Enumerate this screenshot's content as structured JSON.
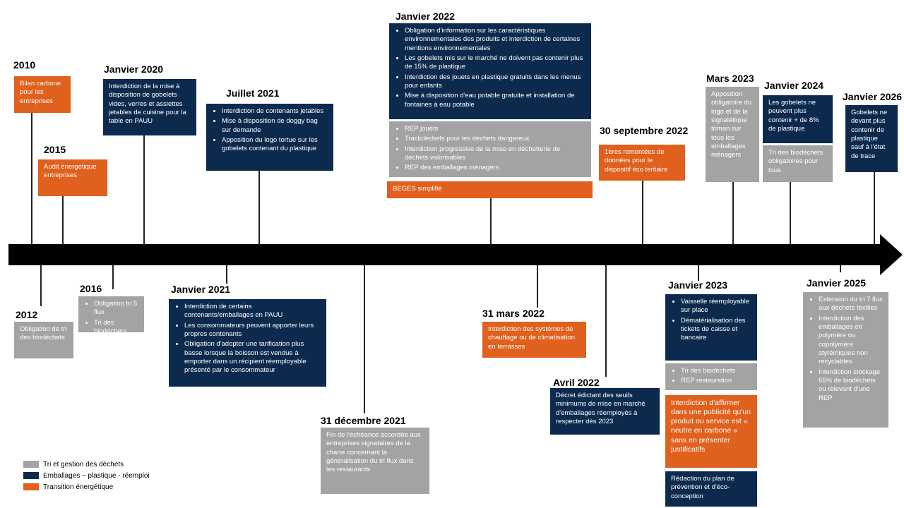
{
  "legend": [
    {
      "label": "Tri et gestion des déchets",
      "color": "#a3a3a3"
    },
    {
      "label": "Emballages – plastique - réemploi",
      "color": "#0c2a4d"
    },
    {
      "label": "Transition énergétique",
      "color": "#e0601d"
    }
  ],
  "events": {
    "e2010": {
      "date": "2010",
      "items": [
        "Bilan carbone pour les entreprises"
      ]
    },
    "e2012": {
      "date": "2012",
      "items": [
        "Obligation de tri des biodéchets"
      ]
    },
    "e2015": {
      "date": "2015",
      "items": [
        "Audit énergétique entreprises"
      ]
    },
    "e2016": {
      "date": "2016",
      "items": [
        "Obligation tri 5 flux",
        "Tri des biodéchets"
      ]
    },
    "jan2020": {
      "date": "Janvier 2020",
      "items": [
        "Interdiction de la mise à disposition de gobelets vides, verres et assiettes jetables de cuisine pour la table en PAUU"
      ]
    },
    "jan2021": {
      "date": "Janvier 2021",
      "items": [
        "Interdiction de certains contenants/emballages en PAUU",
        "Les consommateurs peuvent apporter leurs propres contenants",
        "Obligation d'adopter une tarification plus basse lorsque la boisson est vendue à emporter dans un récipient réemployable présenté par le consommateur"
      ]
    },
    "jul2021": {
      "date": "Juillet 2021",
      "items": [
        "Interdiction de contenants jetables",
        "Mise à disposition de doggy bag sur demande",
        "Apposition du logo tortue sur les gobelets contenant du plastique"
      ]
    },
    "dec2021": {
      "date": "31 décembre 2021",
      "items": [
        "Fin de l'échéance accordée aux entreprises signataires de la charte concernant la généralisation du tri flux dans les restaurants"
      ]
    },
    "jan2022": {
      "date": "Janvier 2022",
      "navy": [
        "Obligation d'information sur les caractéristiques environnementales des produits et interdiction de certaines mentions environnementales",
        "Les gobelets mis sur le marché ne doivent pas contenir plus de 15% de plastique",
        "Interdiction des jouets en plastique gratuits dans les menus pour enfants",
        "Mise à disposition d'eau potable gratuite et installation de fontaines à eau potable"
      ],
      "gray": [
        "REP jouets",
        "Trackdéchets pour les déchets dangereux",
        "Interdiction progressive de la mise en déchetterie de déchets valorisables",
        "REP des emballages ménagers"
      ],
      "orange": "BEGES simplifié"
    },
    "mar2022": {
      "date": "31 mars 2022",
      "items": [
        "Interdiction des systèmes de chauffage ou de climatisation en terrasses"
      ]
    },
    "avr2022": {
      "date": "Avril 2022",
      "items": [
        "Décret édictant des seuils minimums de mise en marché d'emballages réemployés à respecter dès 2023"
      ]
    },
    "sep2022": {
      "date": "30 septembre 2022",
      "items": [
        "1ères remontées de données pour le dispositif éco tertiaire"
      ]
    },
    "jan2023": {
      "date": "Janvier 2023",
      "navy": [
        "Vaisselle réemployable sur place",
        "Dématérialisation des tickets de caisse et bancaire"
      ],
      "gray": [
        "Tri des biodéchets",
        "REP restauration"
      ],
      "orange": "Interdiction d'affirmer dans une publicité qu'un produit ou service est « neutre en carbone » sans en présenter justificatifs",
      "navy2": "Rédaction du plan de prévention et d'éco-conception"
    },
    "mar2023": {
      "date": "Mars 2023",
      "items": [
        "Apposition obligatoire du logo et de la signalétique triman sur tous les emballages ménagers"
      ]
    },
    "jan2024": {
      "date": "Janvier 2024",
      "navy": "Les gobelets ne peuvent plus contenir + de 8% de plastique",
      "gray": "Tri des biodéchets obligatoires pour tous"
    },
    "jan2025": {
      "date": "Janvier 2025",
      "items": [
        "Extension du tri 7 flux aux déchets textiles",
        "Interdiction des emballages en polymère ou copolymère styrémiques non recyclables",
        "Interdiction stockage 65% de biodéchets ou relevant d'une REP"
      ]
    },
    "jan2026": {
      "date": "Janvier 2026",
      "items": [
        "Gobelets ne devant plus contenir de plastique sauf à l'état de trace"
      ]
    }
  }
}
